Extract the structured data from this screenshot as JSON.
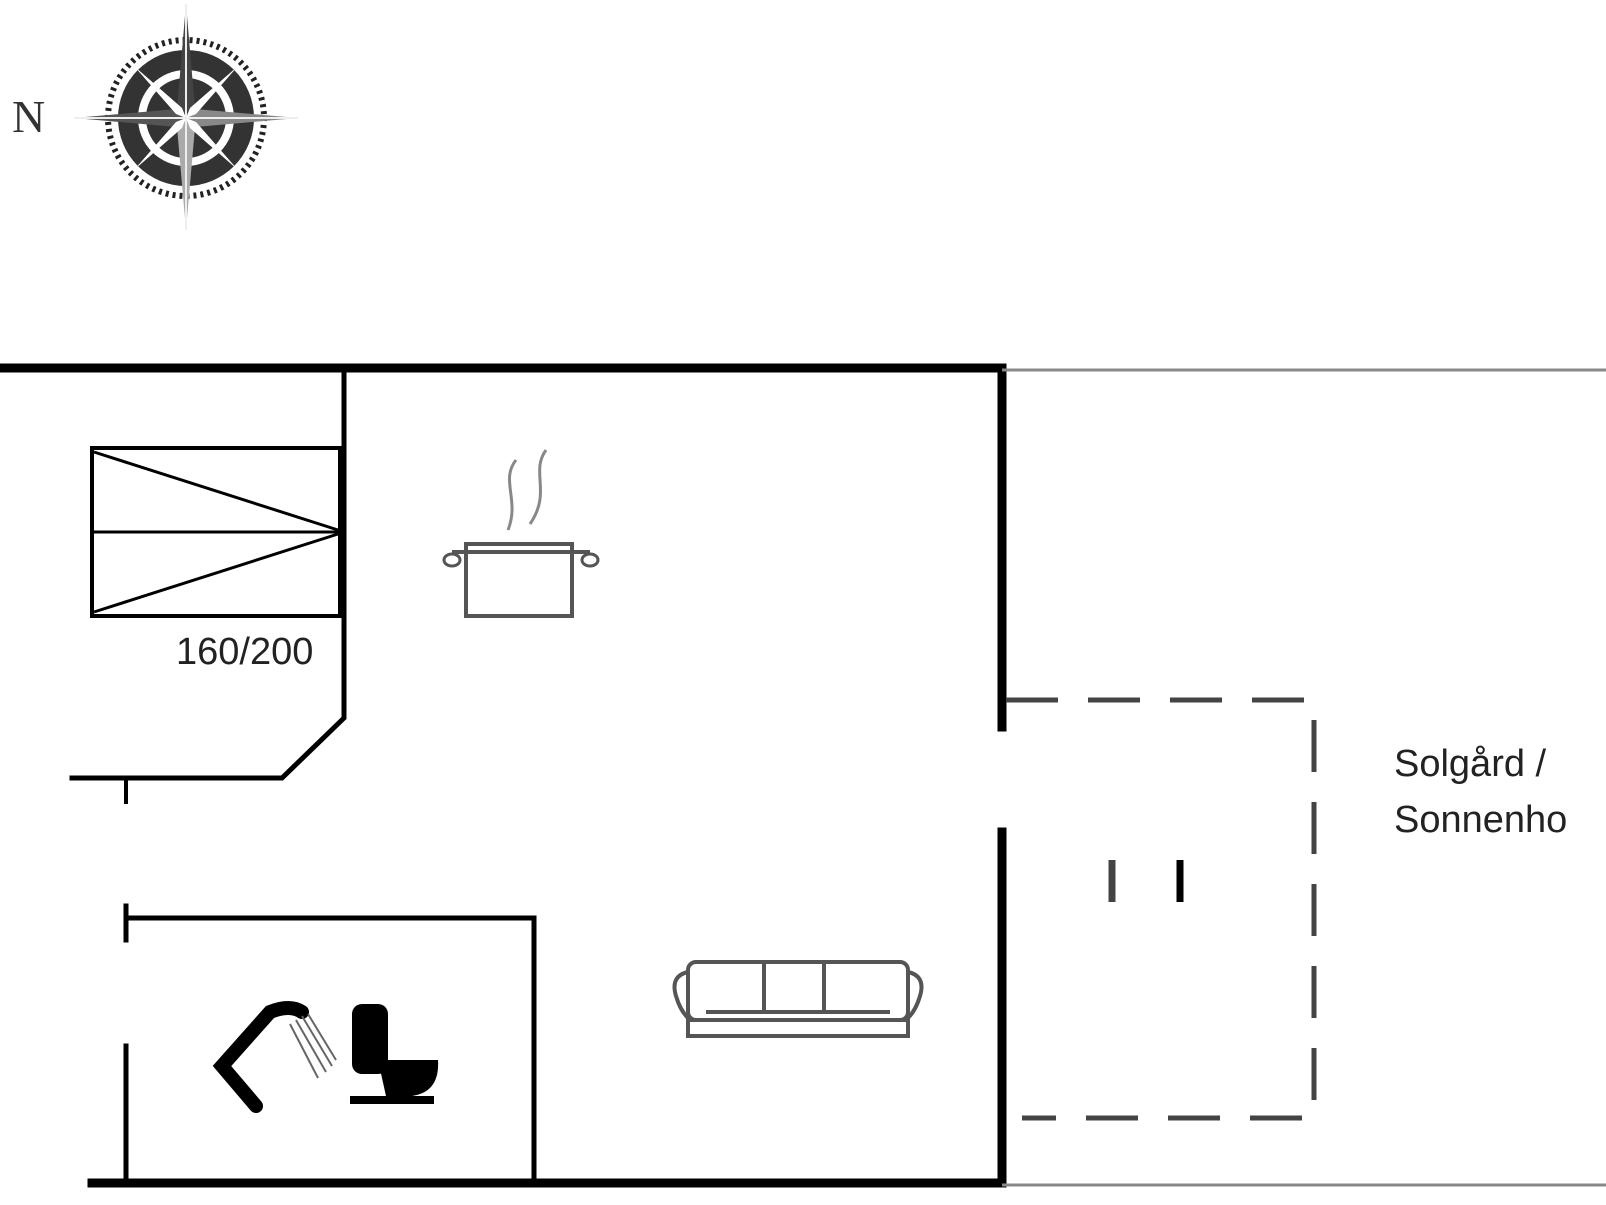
{
  "compass": {
    "north_label": "N",
    "icon": "compass-rose-icon"
  },
  "bedroom": {
    "bed_size_label": "160/200",
    "icon": "double-bed-icon"
  },
  "kitchen": {
    "icon": "cooking-pot-icon"
  },
  "living_room": {
    "icon": "sofa-icon"
  },
  "bathroom": {
    "icons": [
      "shower-icon",
      "toilet-icon"
    ]
  },
  "terrace": {
    "label_line1": "Solgård /",
    "label_line2": "Sonnenho",
    "icon": "garden-chairs-icon"
  },
  "colors": {
    "walls": "#000000",
    "dashed_outline": "#444444",
    "light_lines": "#888888",
    "background": "#ffffff"
  }
}
